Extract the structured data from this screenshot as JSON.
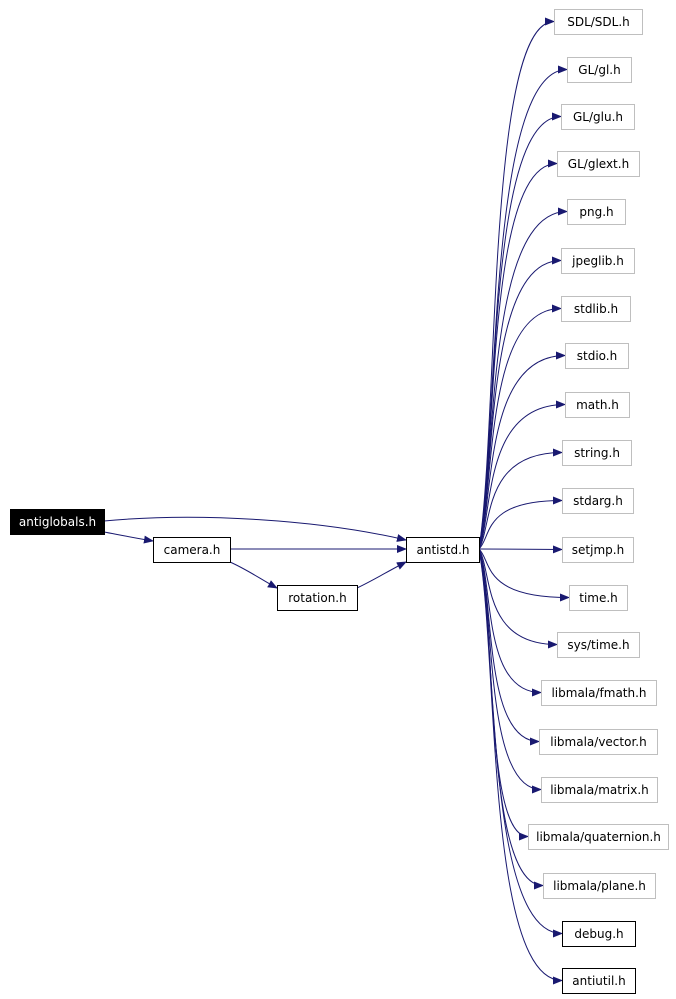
{
  "graph": {
    "edge_color": "#191970",
    "root": {
      "id": "antiglobals",
      "label": "antiglobals.h",
      "fill": "#000000",
      "text_color": "#ffffff"
    },
    "nodes": [
      {
        "id": "antiglobals",
        "label": "antiglobals.h",
        "style": "root"
      },
      {
        "id": "camera",
        "label": "camera.h",
        "style": "local"
      },
      {
        "id": "rotation",
        "label": "rotation.h",
        "style": "local"
      },
      {
        "id": "antistd",
        "label": "antistd.h",
        "style": "local"
      },
      {
        "id": "sdl",
        "label": "SDL/SDL.h",
        "style": "external"
      },
      {
        "id": "gl",
        "label": "GL/gl.h",
        "style": "external"
      },
      {
        "id": "glu",
        "label": "GL/glu.h",
        "style": "external"
      },
      {
        "id": "glext",
        "label": "GL/glext.h",
        "style": "external"
      },
      {
        "id": "png",
        "label": "png.h",
        "style": "external"
      },
      {
        "id": "jpeglib",
        "label": "jpeglib.h",
        "style": "external"
      },
      {
        "id": "stdlib",
        "label": "stdlib.h",
        "style": "external"
      },
      {
        "id": "stdio",
        "label": "stdio.h",
        "style": "external"
      },
      {
        "id": "math",
        "label": "math.h",
        "style": "external"
      },
      {
        "id": "string",
        "label": "string.h",
        "style": "external"
      },
      {
        "id": "stdarg",
        "label": "stdarg.h",
        "style": "external"
      },
      {
        "id": "setjmp",
        "label": "setjmp.h",
        "style": "external"
      },
      {
        "id": "time",
        "label": "time.h",
        "style": "external"
      },
      {
        "id": "systime",
        "label": "sys/time.h",
        "style": "external"
      },
      {
        "id": "fmath",
        "label": "libmala/fmath.h",
        "style": "external"
      },
      {
        "id": "vector",
        "label": "libmala/vector.h",
        "style": "external"
      },
      {
        "id": "matrix",
        "label": "libmala/matrix.h",
        "style": "external"
      },
      {
        "id": "quaternion",
        "label": "libmala/quaternion.h",
        "style": "external"
      },
      {
        "id": "plane",
        "label": "libmala/plane.h",
        "style": "external"
      },
      {
        "id": "debug",
        "label": "debug.h",
        "style": "local"
      },
      {
        "id": "antiutil",
        "label": "antiutil.h",
        "style": "local"
      }
    ],
    "edges": [
      {
        "from": "antiglobals",
        "to": "camera"
      },
      {
        "from": "antiglobals",
        "to": "antistd"
      },
      {
        "from": "camera",
        "to": "rotation"
      },
      {
        "from": "camera",
        "to": "antistd"
      },
      {
        "from": "rotation",
        "to": "antistd"
      },
      {
        "from": "antistd",
        "to": "sdl"
      },
      {
        "from": "antistd",
        "to": "gl"
      },
      {
        "from": "antistd",
        "to": "glu"
      },
      {
        "from": "antistd",
        "to": "glext"
      },
      {
        "from": "antistd",
        "to": "png"
      },
      {
        "from": "antistd",
        "to": "jpeglib"
      },
      {
        "from": "antistd",
        "to": "stdlib"
      },
      {
        "from": "antistd",
        "to": "stdio"
      },
      {
        "from": "antistd",
        "to": "math"
      },
      {
        "from": "antistd",
        "to": "string"
      },
      {
        "from": "antistd",
        "to": "stdarg"
      },
      {
        "from": "antistd",
        "to": "setjmp"
      },
      {
        "from": "antistd",
        "to": "time"
      },
      {
        "from": "antistd",
        "to": "systime"
      },
      {
        "from": "antistd",
        "to": "fmath"
      },
      {
        "from": "antistd",
        "to": "vector"
      },
      {
        "from": "antistd",
        "to": "matrix"
      },
      {
        "from": "antistd",
        "to": "quaternion"
      },
      {
        "from": "antistd",
        "to": "plane"
      },
      {
        "from": "antistd",
        "to": "debug"
      },
      {
        "from": "antistd",
        "to": "antiutil"
      }
    ]
  }
}
